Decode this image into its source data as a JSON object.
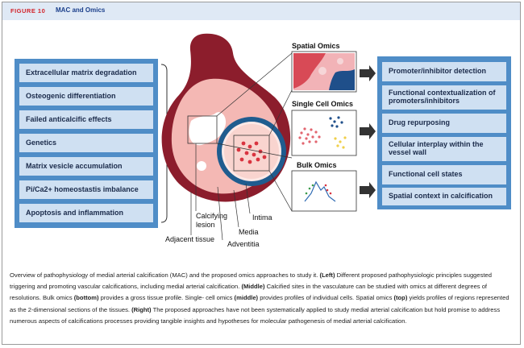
{
  "header": {
    "figure_label": "FIGURE 10",
    "title": "MAC and Omics"
  },
  "left_panel": {
    "items": [
      "Extracellular matrix degradation",
      "Osteogenic differentiation",
      "Failed anticalcific effects",
      "Genetics",
      "Matrix vesicle accumulation",
      "Pi/Ca2+ homeostastis imbalance",
      "Apoptosis and inflammation"
    ]
  },
  "right_panel": {
    "items": [
      "Promoter/inhibitor detection",
      "Functional contextualization of promoters/inhibitors",
      "Drug repurposing",
      "Cellular interplay within the vessel wall",
      "Functional cell states",
      "Spatial context in calcification"
    ]
  },
  "omics": {
    "spatial": "Spatial Omics",
    "single_cell": "Single Cell Omics",
    "bulk": "Bulk Omics"
  },
  "vessel_labels": {
    "calcifying_lesion": "Calcifying lesion",
    "adjacent_tissue": "Adjacent tissue",
    "intima": "Intima",
    "media": "Media",
    "adventitia": "Adventitia"
  },
  "colors": {
    "header_bg": "#dfe9f5",
    "figure_label": "#d2232a",
    "panel_blue": "#4f8dc7",
    "item_bg": "#cfe0f2",
    "adventitia": "#8c1d2c",
    "media": "#f4b8b4",
    "intima_ring": "#1f5c8f"
  },
  "caption": {
    "p1": "Overview of pathophysiology of medial arterial calcification (MAC) and the proposed omics approaches to study it. ",
    "left_tag": "(Left)",
    "p2": " Different proposed pathophysiologic principles suggested triggering and promoting vascular calcifications, including medial arterial calcification. ",
    "middle_tag": "(Middle)",
    "p3": " Calcified sites in the vasculature can be studied with omics at different degrees of resolutions. Bulk omics ",
    "bottom_tag": "(bottom)",
    "p4": " provides a gross tissue profile. Single- cell omics ",
    "middle2_tag": "(middle)",
    "p5": " provides profiles of individual cells. Spatial omics ",
    "top_tag": "(top)",
    "p6": " yields profiles of regions represented as the 2-dimensional sections of the tissues. ",
    "right_tag": "(Right)",
    "p7": " The proposed approaches have not been systematically applied to study medial arterial calcification but hold promise to address numerous aspects of calcifications processes providing tangible insights and hypotheses for molecular pathogenesis of medial arterial calcification."
  }
}
